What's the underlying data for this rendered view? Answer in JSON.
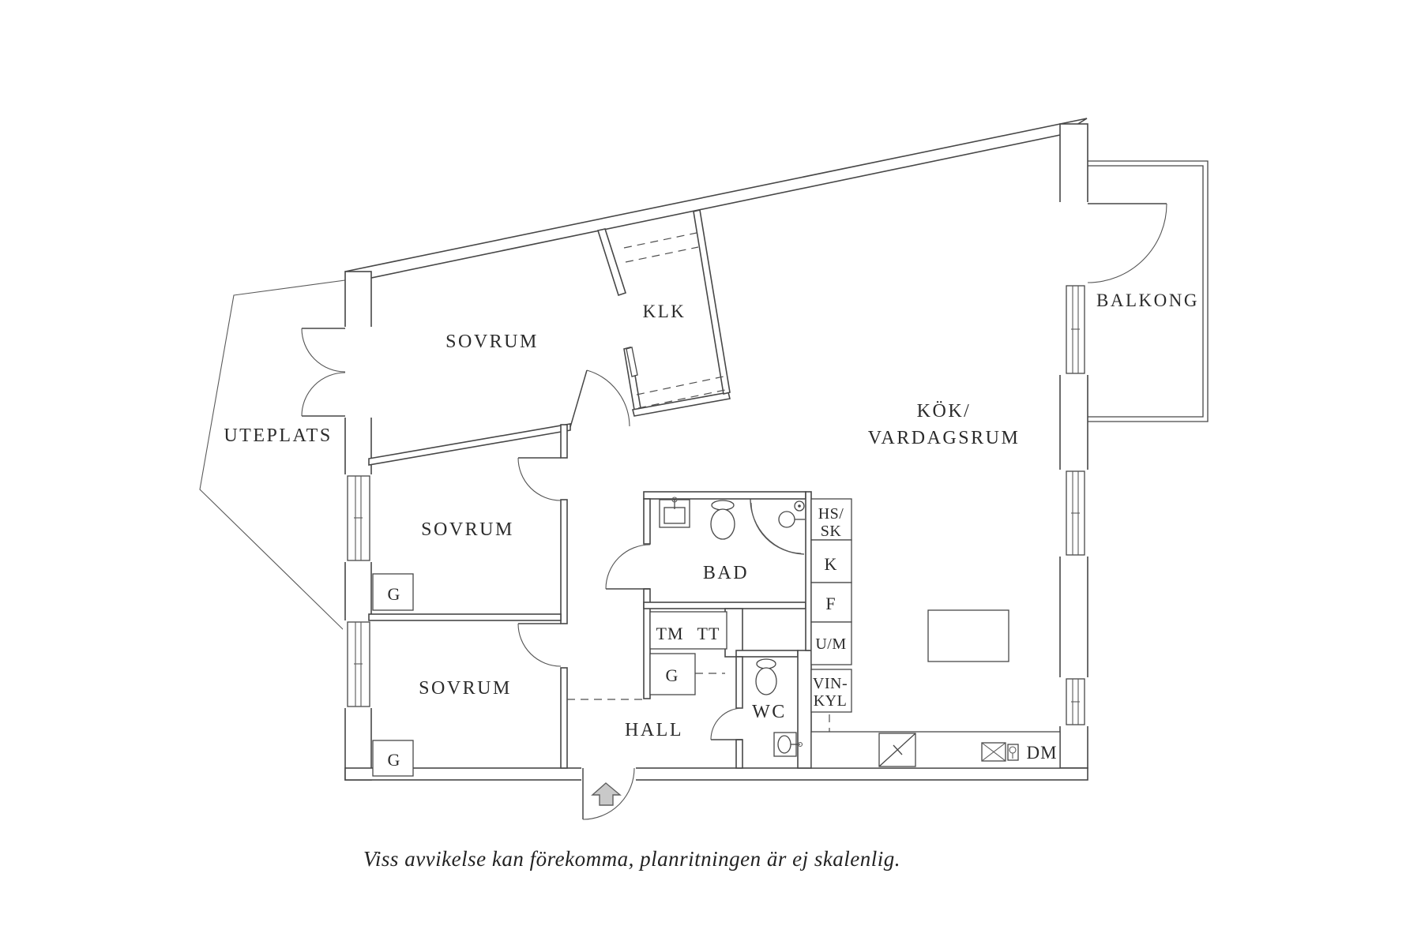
{
  "floorplan": {
    "caption": "Viss avvikelse kan förekomma, planritningen är ej skalenlig.",
    "rooms": {
      "bedroom1": "SOVRUM",
      "bedroom2": "SOVRUM",
      "bedroom3": "SOVRUM",
      "walk_in_closet": "KLK",
      "patio": "UTEPLATS",
      "bathroom": "BAD",
      "wc": "WC",
      "hall": "HALL",
      "kitchen_line1": "KÖK/",
      "kitchen_line2": "VARDAGSRUM",
      "balcony": "BALKONG"
    },
    "fixtures": {
      "wardrobe_bedroom2": "G",
      "wardrobe_bedroom3": "G",
      "wardrobe_hall": "G",
      "washing_machine": "TM",
      "tumble_dryer": "TT",
      "tall_cabinet_line1": "HS/",
      "tall_cabinet_line2": "SK",
      "fridge": "K",
      "freezer": "F",
      "oven_micro": "U/M",
      "wine_fridge_line1": "VIN-",
      "wine_fridge_line2": "KYL",
      "dishwasher": "DM"
    },
    "colors": {
      "background": "#ffffff",
      "line": "#474747",
      "text": "#2b2b2b",
      "arrow_fill": "#c9c9c9"
    }
  }
}
